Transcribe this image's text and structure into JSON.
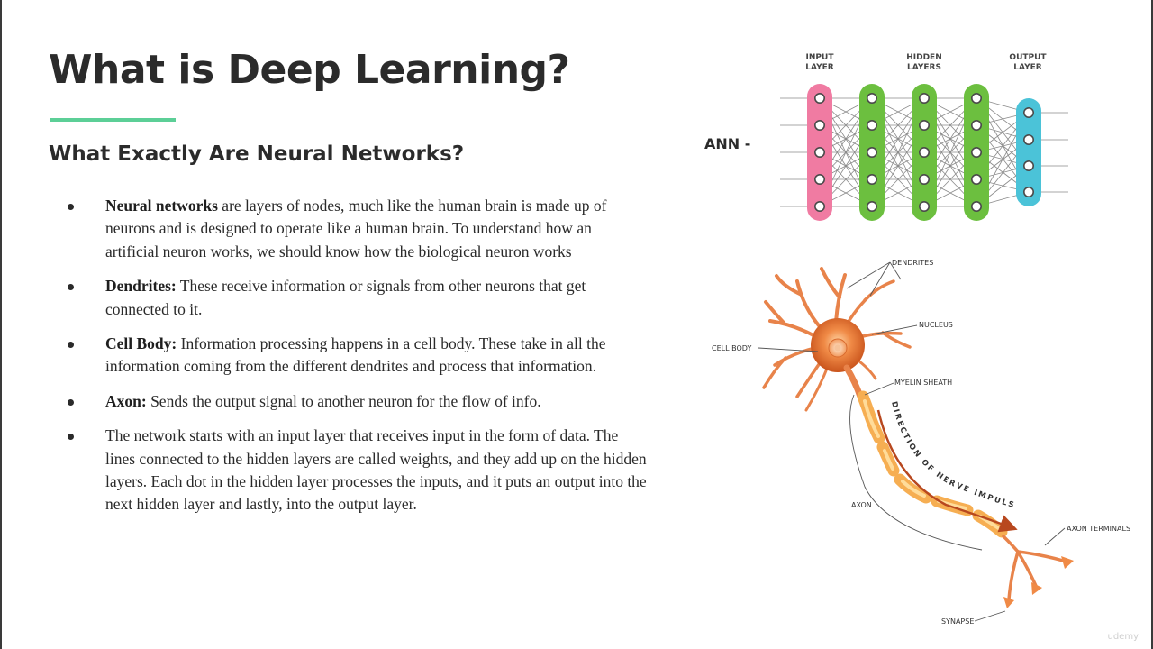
{
  "slide": {
    "title": "What is Deep Learning?",
    "subtitle": "What Exactly Are Neural Networks?"
  },
  "bullets": [
    {
      "term": "Neural networks",
      "text": " are layers of nodes, much like the human brain is made up of neurons and is designed to operate like a human brain. To understand how an artificial neuron works, we should know how the biological neuron works"
    },
    {
      "term": "Dendrites:",
      "text": " These receive information or signals from other neurons that get connected to it."
    },
    {
      "term": "Cell Body:",
      "text": " Information processing happens in a cell body. These take in all the information coming from the different dendrites and process that information."
    },
    {
      "term": "Axon:",
      "text": " Sends the output signal to another neuron for the flow of info."
    },
    {
      "term": "",
      "text": "The network starts with an input layer that receives input in the form of data. The lines connected to the hidden layers are called weights, and they add up on the hidden layers. Each dot in the hidden layer processes the inputs, and it puts an output into the next hidden layer and lastly, into the output layer."
    }
  ],
  "ann": {
    "label": "ANN -",
    "input_label_1": "INPUT",
    "input_label_2": "LAYER",
    "hidden_label_1": "HIDDEN",
    "hidden_label_2": "LAYERS",
    "output_label_1": "OUTPUT",
    "output_label_2": "LAYER",
    "colors": {
      "input": "#f07ba2",
      "hidden": "#6cbf3f",
      "output": "#4bc3d8"
    }
  },
  "neuron": {
    "dendrites": "DENDRITES",
    "nucleus": "NUCLEUS",
    "cell_body": "CELL BODY",
    "myelin_sheath": "MYELIN SHEATH",
    "direction": "DIRECTION OF NERVE IMPULSE",
    "axon": "AXON",
    "axon_terminals": "AXON TERMINALS",
    "synapse": "SYNAPSE"
  },
  "watermark": "udemy"
}
